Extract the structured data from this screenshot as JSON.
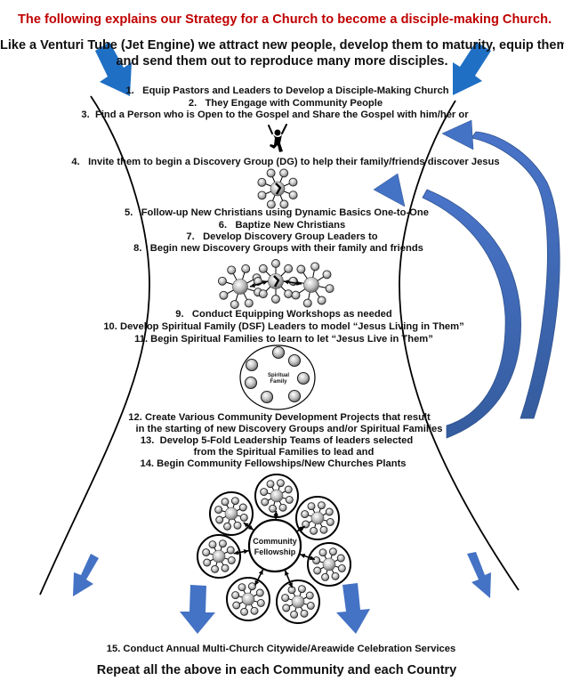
{
  "header": {
    "title": "The following explains our Strategy for a Church to become a disciple-making Church.",
    "intro_line1": "Like a Venturi Tube (Jet Engine) we attract new people, develop them to maturity, equip them",
    "intro_line2": "and send them out to reproduce many more disciples."
  },
  "steps": [
    {
      "num": "1.",
      "text": "Equip Pastors and Leaders to Develop a Disciple-Making Church"
    },
    {
      "num": "2.",
      "text": "They Engage with Community People"
    },
    {
      "num": "3.",
      "text": "Find a Person who is Open to the Gospel and Share the Gospel with him/her or"
    },
    {
      "num": "4.",
      "text": "Invite them to begin a Discovery Group (DG) to help their family/friends discover Jesus"
    },
    {
      "num": "5.",
      "text": "Follow-up New Christians using Dynamic Basics One-to-One"
    },
    {
      "num": "6.",
      "text": "Baptize New Christians"
    },
    {
      "num": "7.",
      "text": "Develop Discovery Group Leaders to"
    },
    {
      "num": "8.",
      "text": "Begin new Discovery Groups with their family and friends"
    },
    {
      "num": "9.",
      "text": "Conduct Equipping Workshops as needed"
    },
    {
      "num": "10.",
      "text": "Develop Spiritual Family (DSF) Leaders to model “Jesus Living in Them”"
    },
    {
      "num": "11.",
      "text": "Begin Spiritual Families to learn to let “Jesus Live in Them”"
    },
    {
      "num": "12.",
      "text": "Create Various Community Development Projects that result",
      "cont": "in the starting of new Discovery Groups and/or Spiritual Families"
    },
    {
      "num": "13.",
      "text": "Develop 5-Fold Leadership Teams of leaders selected",
      "cont": "from the Spiritual Families to lead and"
    },
    {
      "num": "14.",
      "text": "Begin Community Fellowships/New Churches Plants"
    },
    {
      "num": "15.",
      "text": "Conduct Annual Multi-Church Citywide/Areawide Celebration Services"
    }
  ],
  "diagram_labels": {
    "spiritual_family": [
      "Spiritual",
      "Family"
    ],
    "community_fellowship": [
      "Community",
      "Fellowship"
    ]
  },
  "footer": {
    "text": "Repeat all the above in each Community and each Country"
  },
  "colors": {
    "header_red": "#c00000",
    "arrow_blue": "#1f6fc4",
    "arrow_blue_light": "#4472c4",
    "curve_blue": "#3a62b0",
    "outline": "#000000"
  },
  "icons": {
    "person": "person-celebrating-icon",
    "network": "discovery-group-network-icon"
  }
}
